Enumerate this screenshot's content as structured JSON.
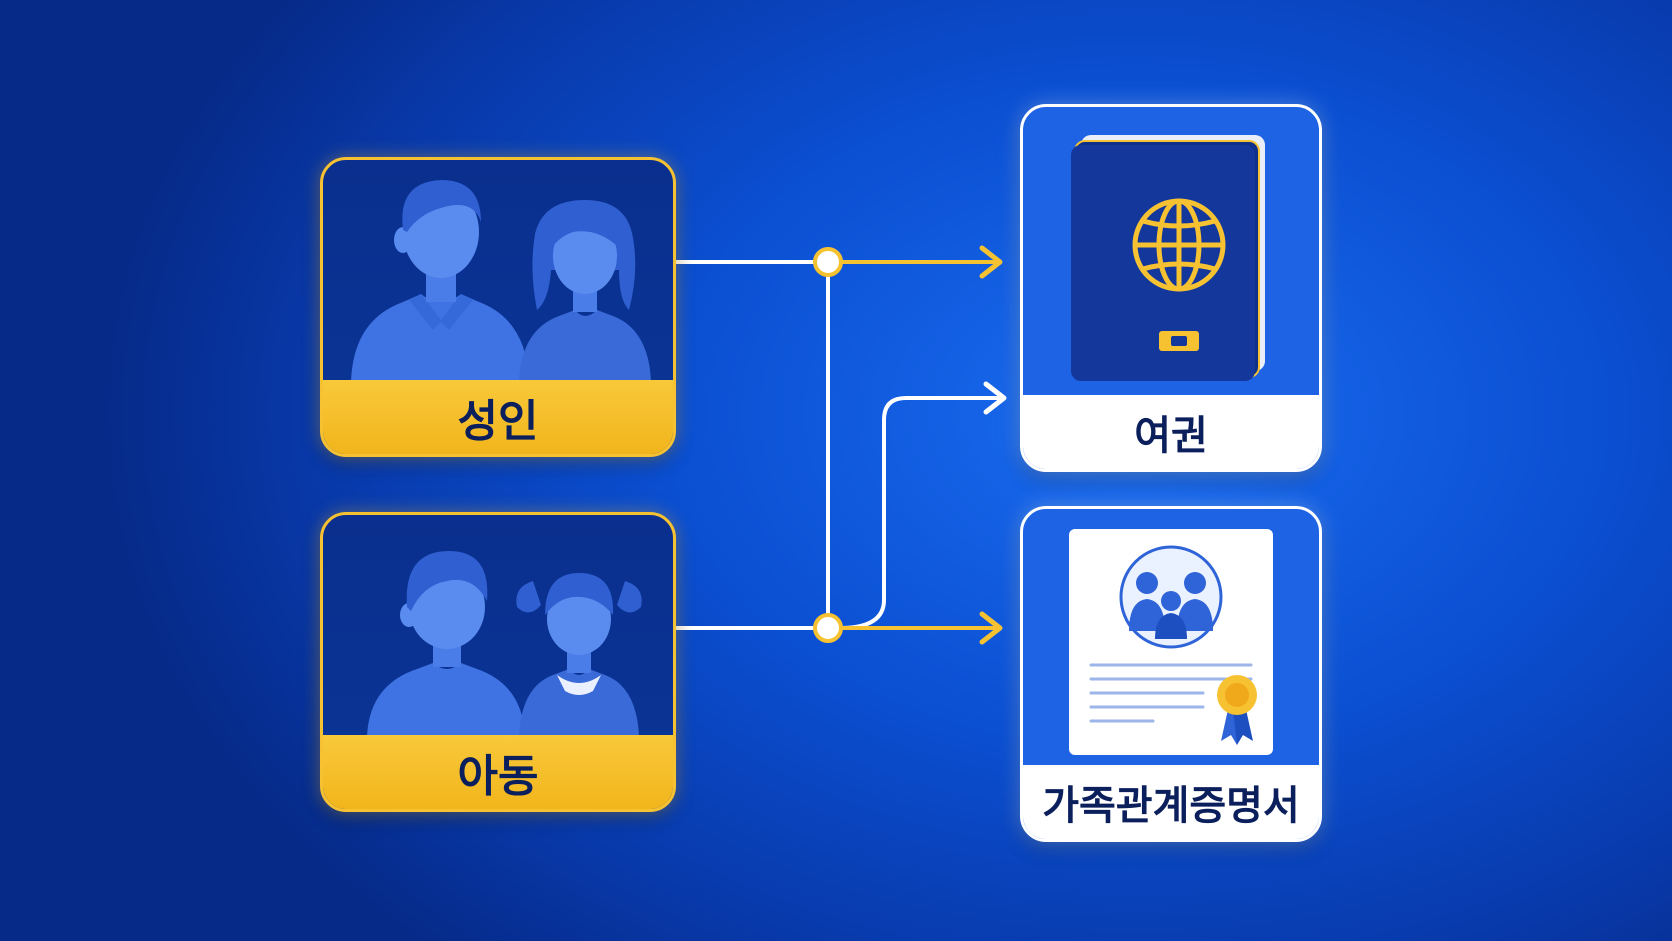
{
  "sources": [
    {
      "id": "adult",
      "label": "성인",
      "icon": "adult-couple-icon"
    },
    {
      "id": "child",
      "label": "아동",
      "icon": "children-icon"
    }
  ],
  "targets": [
    {
      "id": "passport",
      "label": "여권",
      "icon": "passport-icon"
    },
    {
      "id": "family-cert",
      "label": "가족관계증명서",
      "icon": "family-certificate-icon"
    }
  ],
  "colors": {
    "accent": "#f6c232",
    "connector": "#ffffff",
    "label_text": "#0a1f5c"
  }
}
